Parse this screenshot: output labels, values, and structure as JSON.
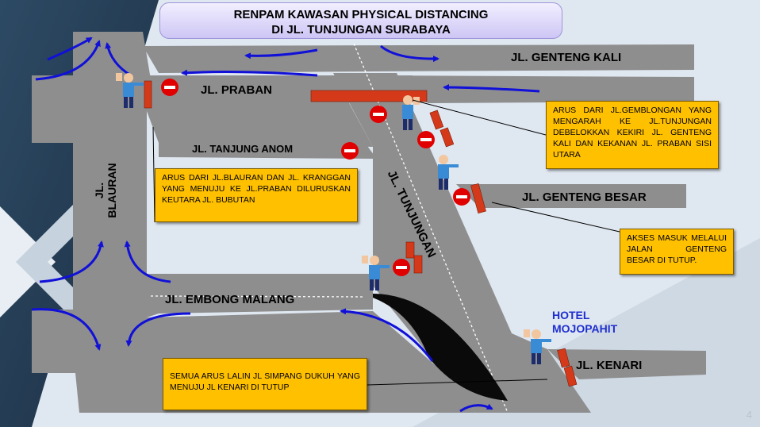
{
  "title": {
    "line1": "RENPAM KAWASAN PHYSICAL DISTANCING",
    "line2": "DI JL. TUNJUNGAN SURABAYA"
  },
  "roads": {
    "genteng_kali": "JL. GENTENG KALI",
    "praban": "JL. PRABAN",
    "tanjung_anom": "JL. TANJUNG ANOM",
    "genteng_besar": "JL. GENTENG BESAR",
    "blauran_line1": "JL.",
    "blauran_line2": "BLAURAN",
    "tunjungan": "JL. TUNJUNGAN",
    "embong_malang": "JL. EMBONG MALANG",
    "kenari": "JL. KENARI"
  },
  "hotel": {
    "line1": "HOTEL",
    "line2": "MOJOPAHIT"
  },
  "notes": {
    "gemblongan": "ARUS DARI JL.GEMBLONGAN YANG MENGARAH KE JL.TUNJUNGAN DEBELOKKAN KEKIRI JL. GENTENG KALI DAN KEKANAN JL. PRABAN SISI UTARA",
    "blauran": "ARUS DARI JL.BLAURAN DAN JL. KRANGGAN YANG MENUJU KE JL.PRABAN DILURUSKAN KEUTARA JL. BUBUTAN",
    "genteng_besar": "AKSES MASUK MELALUI JALAN GENTENG BESAR DI TUTUP.",
    "kenari": "SEMUA ARUS LALIN JL SIMPANG DUKUH YANG MENUJU JL KENARI DI TUTUP"
  },
  "page_number": "4",
  "colors": {
    "road": "#8e8e8e",
    "note_fill": "#ffc000",
    "arrow": "#1010d8",
    "no_entry": "#e00000",
    "hotel_text": "#1f2fd0"
  },
  "icons": [
    "police-officer-icon",
    "no-entry-sign-icon",
    "traffic-barrier-icon",
    "flow-arrow-icon"
  ]
}
